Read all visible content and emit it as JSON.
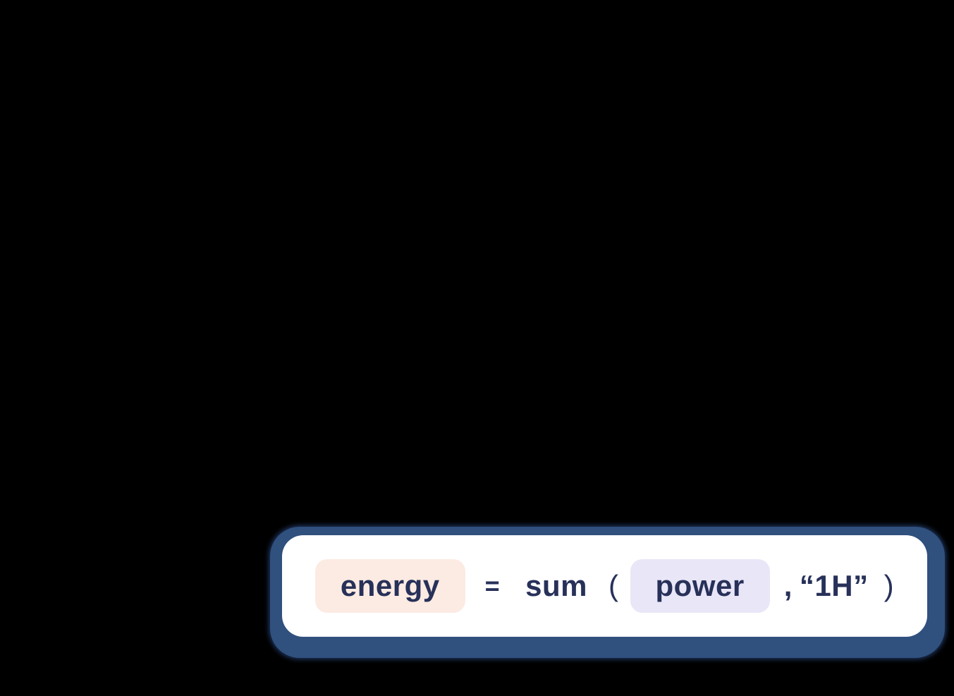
{
  "formula": {
    "lhs_variable": "energy",
    "equals": "=",
    "function_name": "sum",
    "open_paren": "(",
    "arg1_variable": "power",
    "comma": ",",
    "arg2_literal": "“1H”",
    "close_paren": ")"
  },
  "colors": {
    "page_bg": "#000000",
    "backing": "#30507E",
    "card_bg": "#FFFFFF",
    "lhs_bg": "#FCEBE3",
    "arg1_bg": "#E9E6F8",
    "text": "#273159"
  }
}
